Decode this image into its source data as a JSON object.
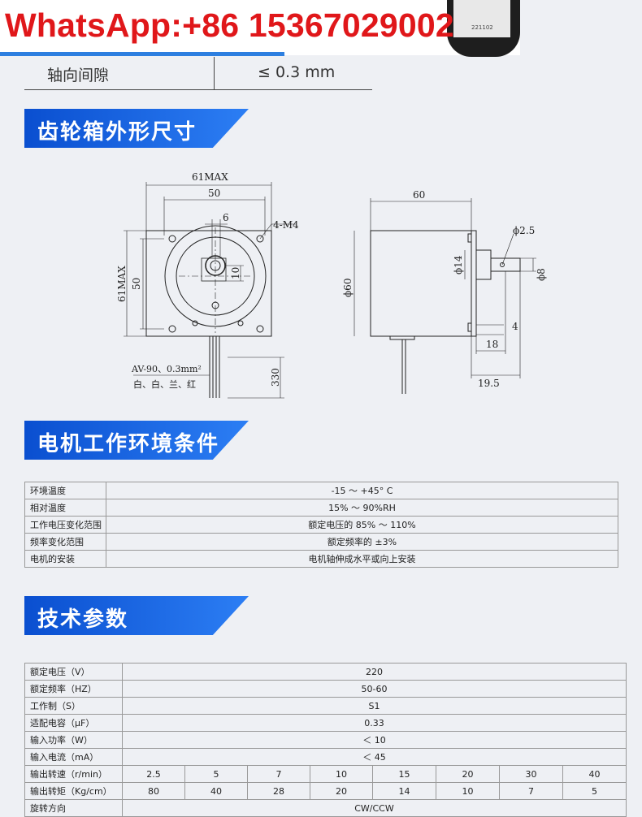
{
  "watermark": {
    "text": "WhatsApp:+86 15367029002",
    "photo_code": "221102"
  },
  "clearance": {
    "label": "轴向间隙",
    "value": "≤ 0.3 mm"
  },
  "sections": {
    "gearbox": "齿轮箱外形尺寸",
    "environment": "电机工作环境条件",
    "tech": "技术参数"
  },
  "drawing": {
    "dim_61max": "61MAX",
    "dim_50_top": "50",
    "dim_6": "6",
    "dim_4m4": "4-M4",
    "dim_61max_side": "61MAX",
    "dim_50_side": "50",
    "dim_10": "10",
    "dim_330": "330",
    "wire_spec": "AV-90、0.3mm²",
    "wire_colors": "白、白、兰、红",
    "dim_60": "60",
    "dim_phi25": "ϕ2.5",
    "dim_phi14": "ϕ14",
    "dim_phi60": "ϕ60",
    "dim_phi8": "ϕ8",
    "dim_4": "4",
    "dim_18": "18",
    "dim_195": "19.5"
  },
  "environment_table": [
    {
      "label": "环境温度",
      "value": "-15 ～ +45° C"
    },
    {
      "label": "相对温度",
      "value": "15% ～ 90%RH"
    },
    {
      "label": "工作电压变化范围",
      "value": "额定电压的 85% ～ 110%"
    },
    {
      "label": "频率变化范围",
      "value": "额定频率的 ±3%"
    },
    {
      "label": "电机的安装",
      "value": "电机轴伸成水平或向上安装"
    }
  ],
  "tech_table": {
    "rows": [
      {
        "label": "额定电压（V）",
        "value": "220"
      },
      {
        "label": "额定频率（HZ）",
        "value": "50-60"
      },
      {
        "label": "工作制（S）",
        "value": "S1"
      },
      {
        "label": "适配电容（μF）",
        "value": "0.33"
      },
      {
        "label": "输入功率（W）",
        "value": "＜ 10"
      },
      {
        "label": "输入电流（mA）",
        "value": "＜ 45"
      }
    ],
    "speed_label": "输出转速（r/min）",
    "speeds": [
      "2.5",
      "5",
      "7",
      "10",
      "15",
      "20",
      "30",
      "40"
    ],
    "torque_label": "输出转矩（Kg/cm）",
    "torques": [
      "80",
      "40",
      "28",
      "20",
      "14",
      "10",
      "7",
      "5"
    ],
    "direction_label": "旋转方向",
    "direction_value": "CW/CCW"
  }
}
